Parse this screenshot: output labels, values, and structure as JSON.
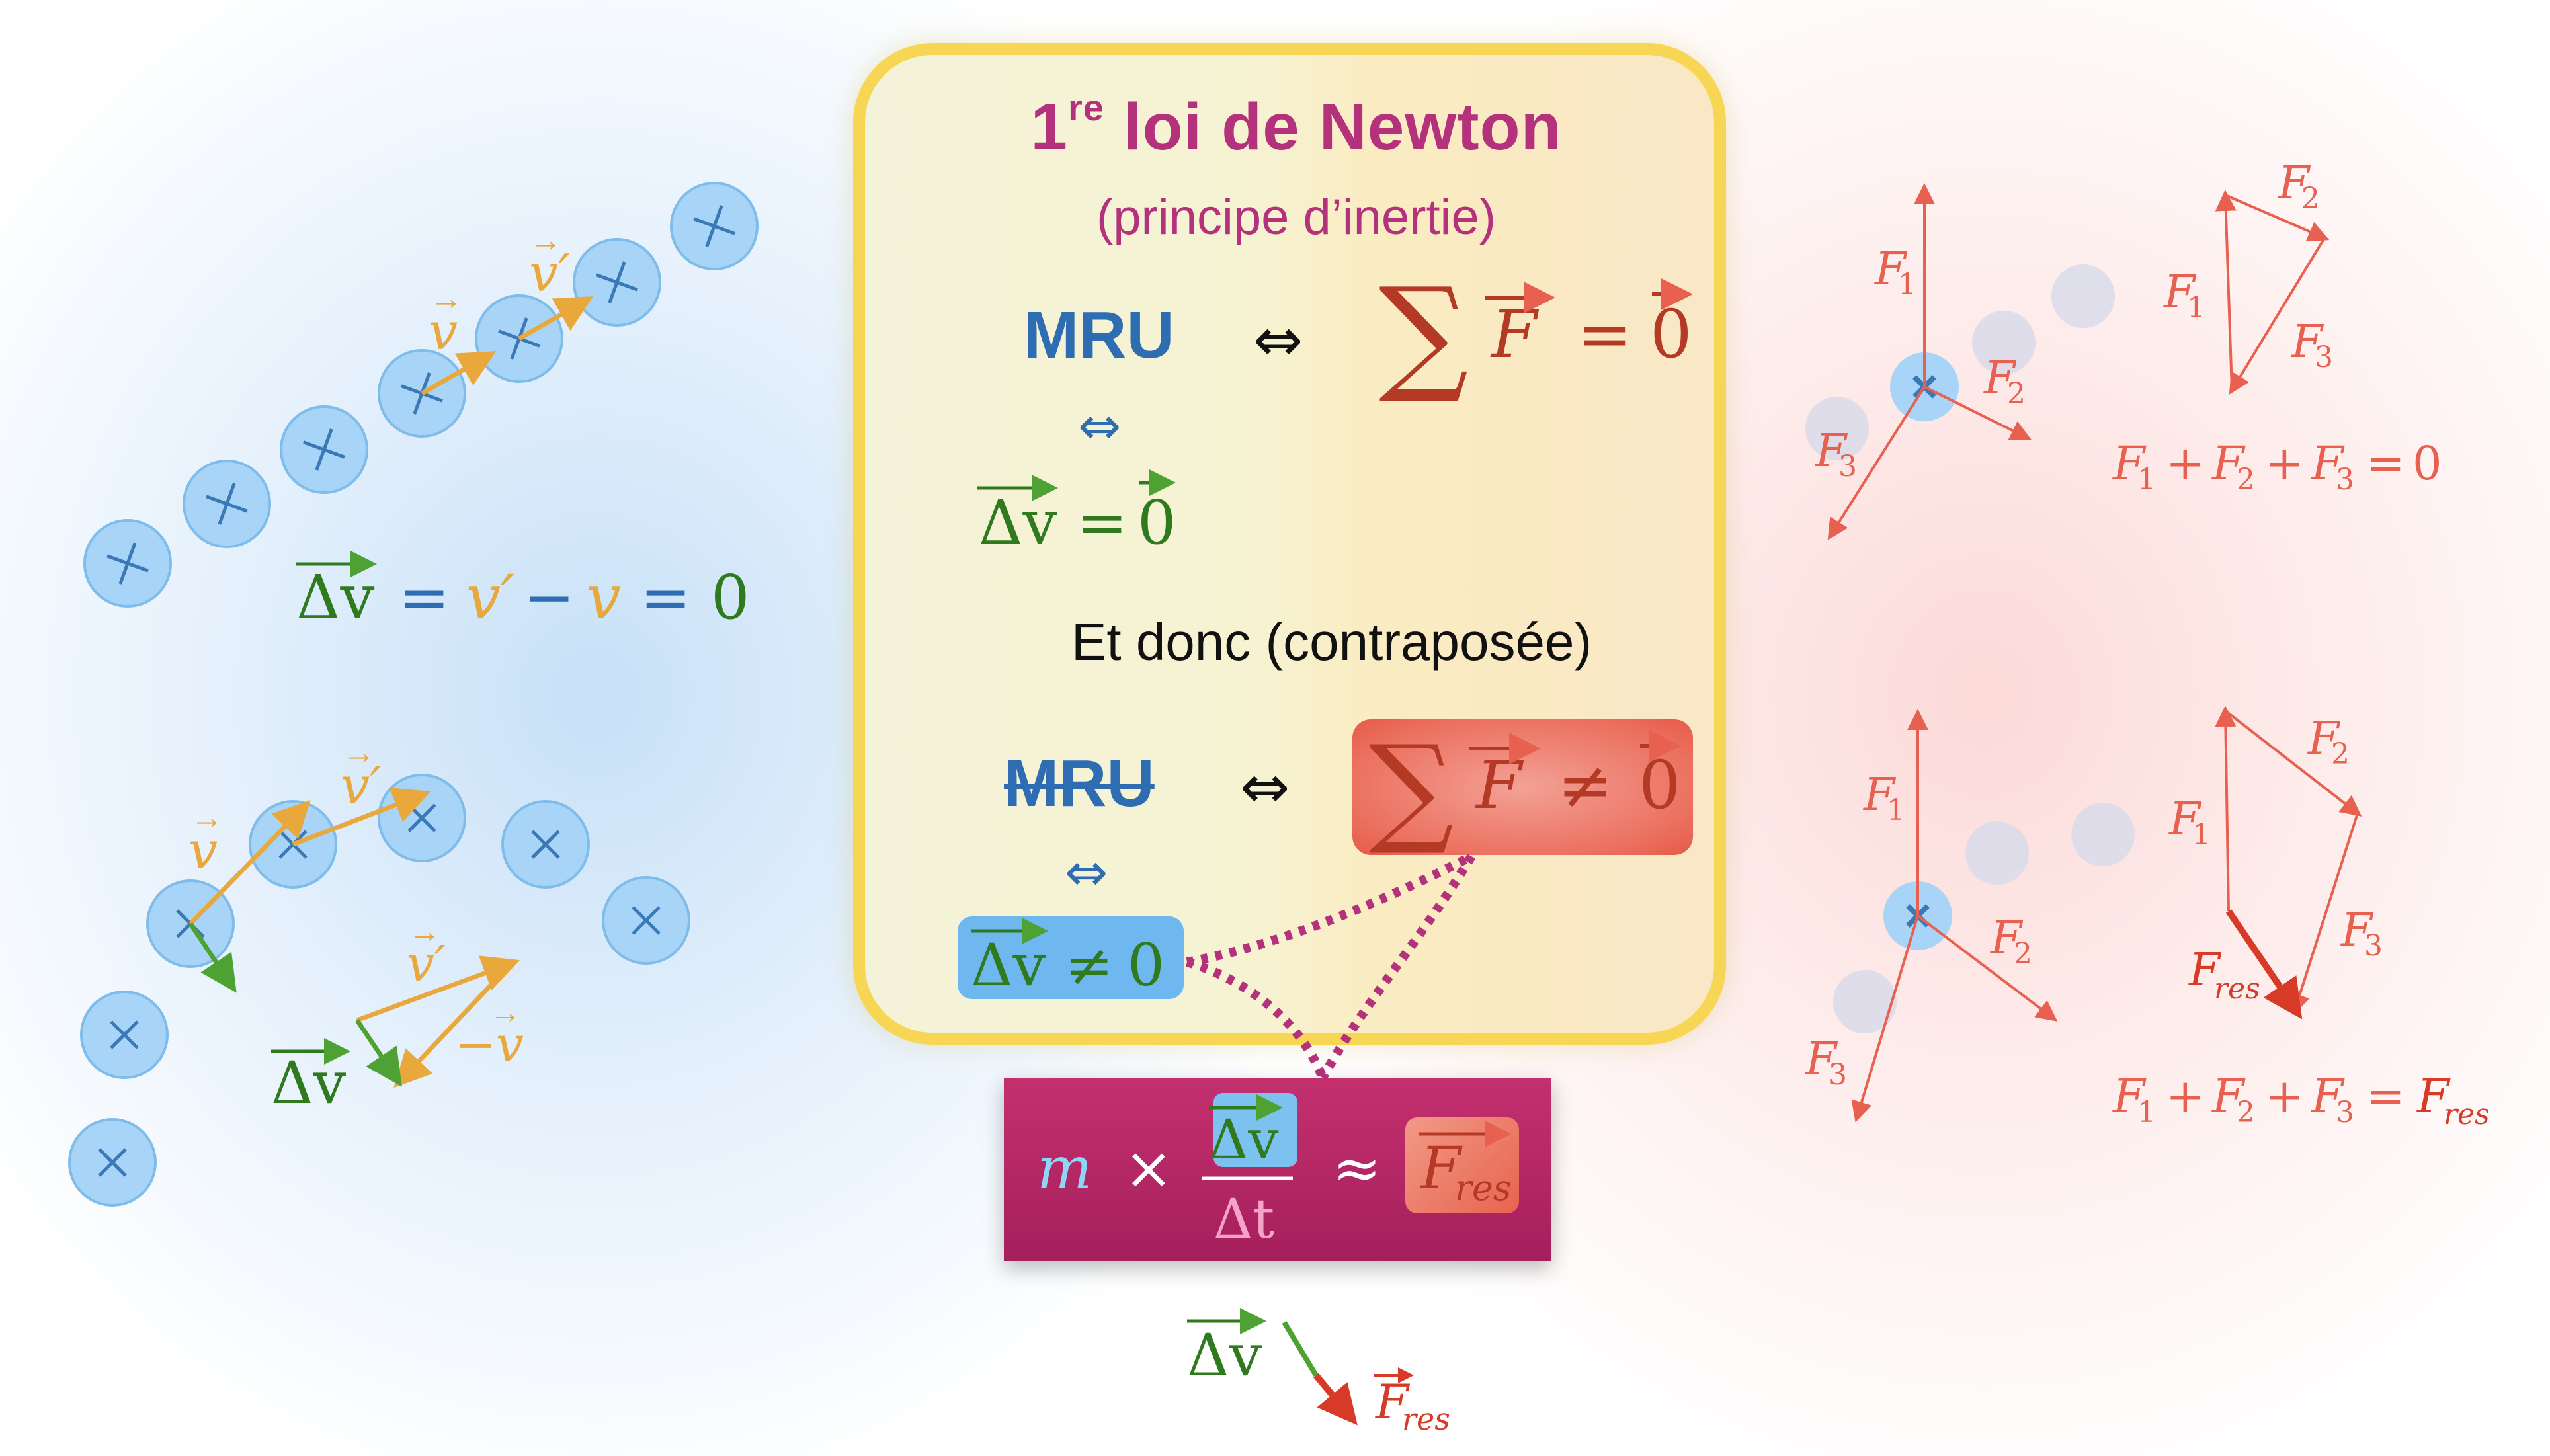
{
  "colors": {
    "title": "#b4327c",
    "mru": "#2f6db2",
    "green": "#2f7a1e",
    "orange": "#e9a83c",
    "force_red": "#e86050",
    "dark_red": "#b53a25",
    "panel_border": "#f7d656",
    "particle_fill": "#a8d5f7"
  },
  "panel": {
    "title_number": "1",
    "title_super": "re",
    "title_rest": " loi de Newton",
    "subtitle": "(principe d’inertie)",
    "mru_1": "MRU",
    "mru_2": "MRU",
    "equiv": "⇔",
    "sum": "∑",
    "F": "F",
    "eq": "=",
    "neq": "≠",
    "zero": "0",
    "delta_v": "Δv",
    "conclusion": "Et donc (contraposée)"
  },
  "formula": {
    "m": "m",
    "times": "×",
    "numerator": "Δv",
    "denominator": "Δt",
    "approx": "≈",
    "F": "F",
    "sub": "res"
  },
  "left": {
    "top_eq": {
      "lhs": "Δv",
      "eq": "=",
      "v_prime": "v′",
      "minus": "−",
      "v": "v",
      "eq2": "=",
      "zero": "0"
    },
    "v_label": "v",
    "v_prime_label": "v′",
    "bottom_v_label": "v",
    "bottom_v_prime_label": "v′",
    "triangle_v_prime": "v′",
    "triangle_minus_v": "−v",
    "triangle_delta": "Δv"
  },
  "bottom_center": {
    "delta": "Δv",
    "F": "F",
    "sub": "res"
  },
  "right_top": {
    "F1": "F",
    "F1_sub": "1",
    "F2": "F",
    "F2_sub": "2",
    "F3": "F",
    "F3_sub": "3",
    "eq": {
      "F1": "F",
      "s1": "1",
      "plus1": "+",
      "F2": "F",
      "s2": "2",
      "plus2": "+",
      "F3": "F",
      "s3": "3",
      "eq": "=",
      "zero": "0"
    }
  },
  "right_bottom": {
    "F1": "F",
    "F1_sub": "1",
    "F2": "F",
    "F2_sub": "2",
    "F3": "F",
    "F3_sub": "3",
    "Fres": "F",
    "Fres_sub": "res",
    "eq": {
      "F1": "F",
      "s1": "1",
      "plus1": "+",
      "F2": "F",
      "s2": "2",
      "plus2": "+",
      "F3": "F",
      "s3": "3",
      "eq": "=",
      "Fres": "F",
      "sres": "res"
    }
  }
}
